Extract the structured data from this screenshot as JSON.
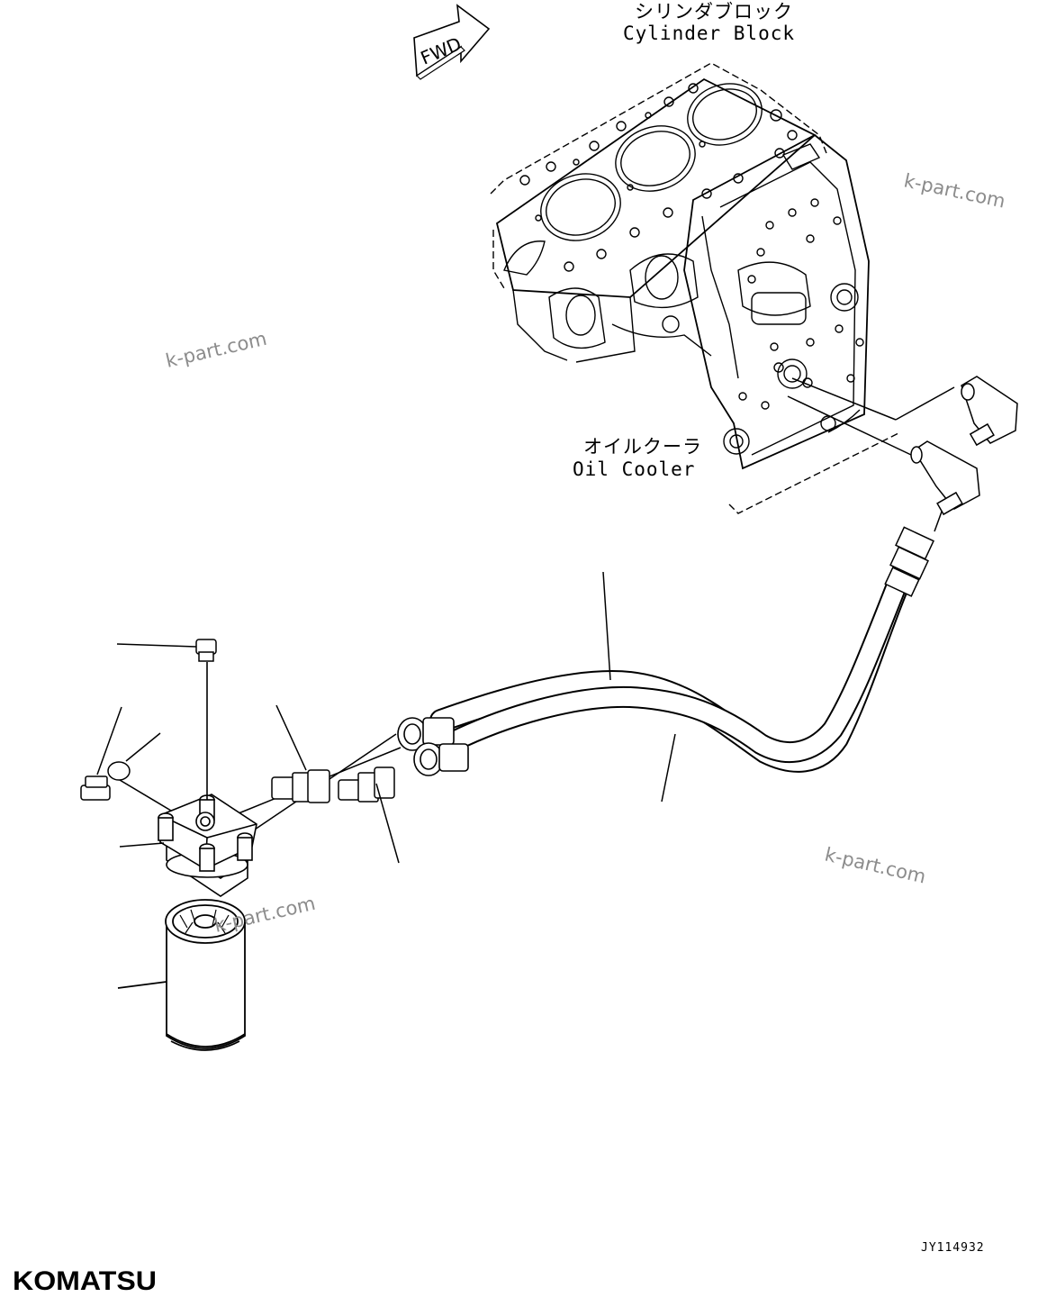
{
  "figure": {
    "fwd_label": "FWD",
    "labels": {
      "cylinder_block_jp": "シリンダブロック",
      "cylinder_block_en": "Cylinder Block",
      "oil_cooler_jp": "オイルクーラ",
      "oil_cooler_en": "Oil Cooler"
    },
    "watermarks": [
      "k-part.com",
      "k-part.com",
      "k-part.com",
      "k-part.com"
    ],
    "drawing_code": "JY114932",
    "brand": "KOMATSU"
  }
}
